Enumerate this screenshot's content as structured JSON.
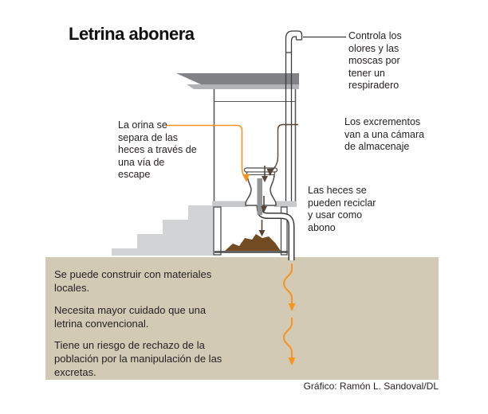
{
  "title": "Letrina abonera",
  "labels": {
    "vent": "Controla los\nolores y las\nmoscas por\ntener un\nrespiradero",
    "urine": "La orina se\nsepara de las\nheces a través de\nuna vía de\nescape",
    "excrement": "Los excrementos\nvan a una cámara\nde almacenaje",
    "feces": "Las heces se\npueden reciclar\ny usar como\nabono"
  },
  "notes": [
    "Se puede construir con materiales\nlocales.",
    "Necesita mayor cuidado que una\nletrina convencional.",
    "Tiene un riesgo de rechazo de la\npoblación por la manipulación de las\nexcretas."
  ],
  "credit": "Gráfico: Ramón L. Sandoval/DL",
  "colors": {
    "accent_orange": "#f7941e",
    "ground_beige": "#d3cab6",
    "roof_gray": "#808285",
    "roof_underside_gray": "#b1b3b6",
    "stairs_gray": "#d1d3d4",
    "slab_gray": "#c7c9cb",
    "pile_brown": "#734b22",
    "arrow_dark_brown": "#564538",
    "line_dark": "#4c4c4c",
    "text_dark": "#231f20"
  }
}
